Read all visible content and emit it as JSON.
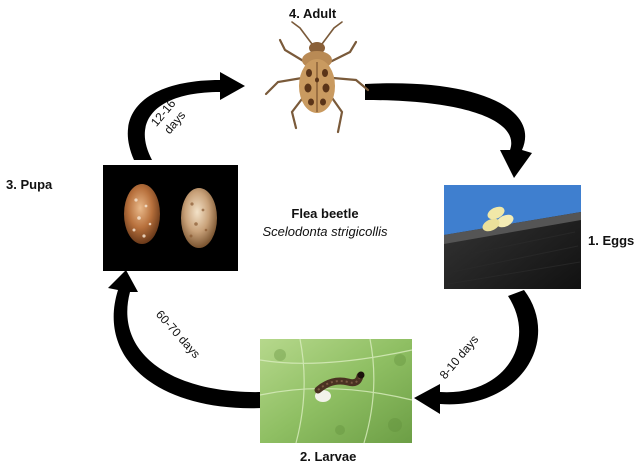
{
  "stages": {
    "adult": "4. Adult",
    "eggs": "1. Eggs",
    "larvae": "2. Larvae",
    "pupa": "3. Pupa"
  },
  "center": {
    "common_name": "Flea beetle",
    "scientific_name": "Scelodonta strigicollis"
  },
  "durations": {
    "pupa_to_adult_line1": "12-16",
    "pupa_to_adult_line2": "days",
    "larvae_to_pupa": "60-70 days",
    "eggs_to_larvae": "8-10 days"
  },
  "colors": {
    "arrow": "#000000",
    "leaf_green": "#8fbf63",
    "egg_bg": "#1c1c1c",
    "sky_blue": "#3f7fcf"
  }
}
